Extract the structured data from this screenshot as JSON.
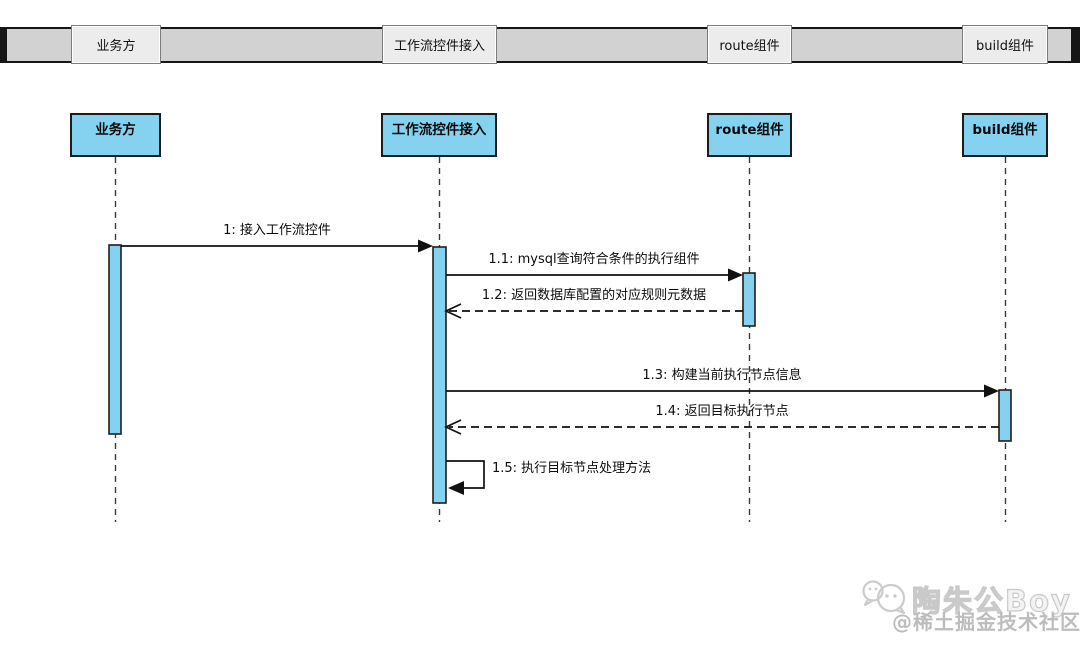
{
  "header": {
    "tabs": [
      {
        "label": "业务方"
      },
      {
        "label": "工作流控件接入"
      },
      {
        "label": "route组件"
      },
      {
        "label": "build组件"
      }
    ]
  },
  "diagram": {
    "type": "uml-sequence-diagram",
    "participants": [
      {
        "name": "业务方"
      },
      {
        "name": "工作流控件接入"
      },
      {
        "name": "route组件"
      },
      {
        "name": "build组件"
      }
    ],
    "messages": [
      {
        "id": "1",
        "label": "1: 接入工作流控件",
        "from": "业务方",
        "to": "工作流控件接入",
        "line": "solid",
        "arrow": "filled"
      },
      {
        "id": "1.1",
        "label": "1.1: mysql查询符合条件的执行组件",
        "from": "工作流控件接入",
        "to": "route组件",
        "line": "solid",
        "arrow": "filled"
      },
      {
        "id": "1.2",
        "label": "1.2: 返回数据库配置的对应规则元数据",
        "from": "route组件",
        "to": "工作流控件接入",
        "line": "dashed",
        "arrow": "open"
      },
      {
        "id": "1.3",
        "label": "1.3: 构建当前执行节点信息",
        "from": "工作流控件接入",
        "to": "build组件",
        "line": "solid",
        "arrow": "filled"
      },
      {
        "id": "1.4",
        "label": "1.4: 返回目标执行节点",
        "from": "build组件",
        "to": "工作流控件接入",
        "line": "dashed",
        "arrow": "open"
      },
      {
        "id": "1.5",
        "label": "1.5: 执行目标节点处理方法",
        "from": "工作流控件接入",
        "to": "工作流控件接入",
        "line": "self",
        "arrow": "filled"
      }
    ]
  },
  "watermark": {
    "title": "陶朱公Boy",
    "subtitle": "@稀土掘金技术社区"
  },
  "colors": {
    "participant_fill": "#84D2F0",
    "participant_border": "#1c1c1c",
    "activation_fill": "#84D2F0",
    "header_strip_fill": "#d2d2d2",
    "header_tab_fill": "#ececec",
    "line_color": "#111111"
  }
}
